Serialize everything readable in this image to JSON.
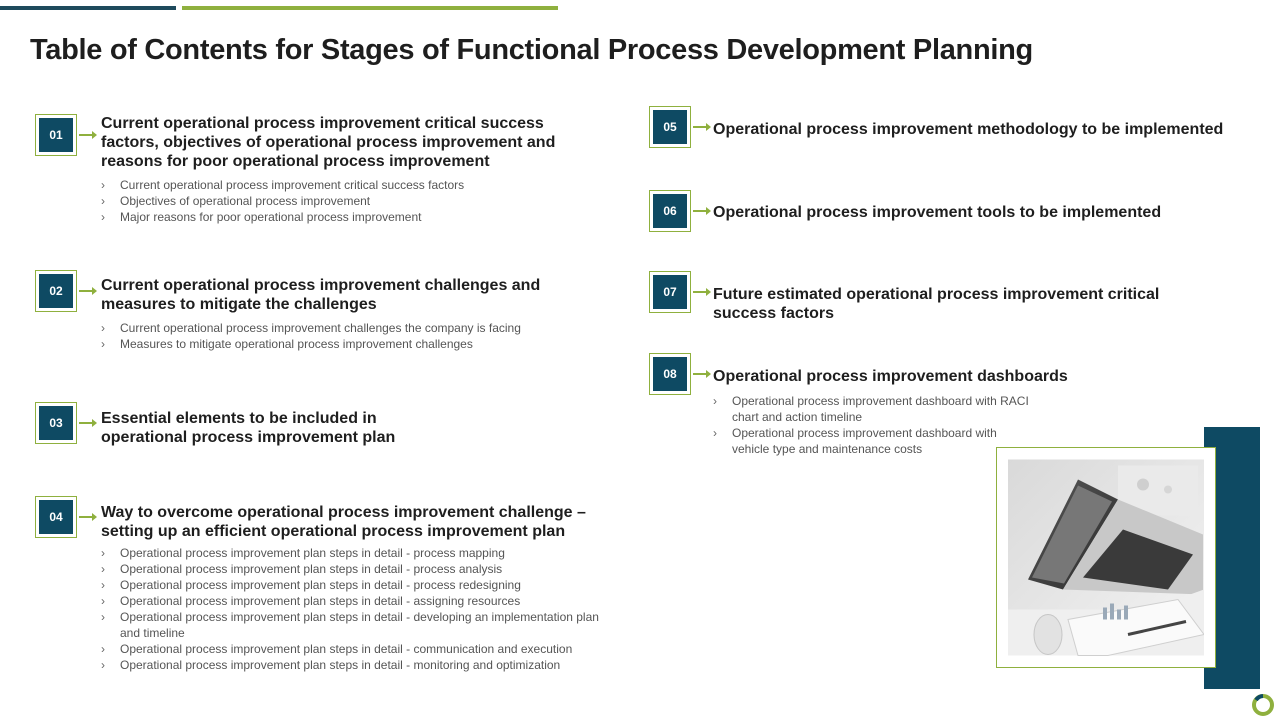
{
  "title": "Table of Contents for Stages of Functional Process Development Planning",
  "colors": {
    "accent_dark": "#0e4a63",
    "accent_green": "#8fb03e"
  },
  "items": [
    {
      "number": "01",
      "heading": "Current operational process improvement critical success factors, objectives of operational process improvement and reasons for poor operational process improvement",
      "bullets": [
        "Current  operational  process  improvement   critical success factors",
        "Objectives  of operational  process  improvement",
        "Major reasons for poor operational  process improvement"
      ]
    },
    {
      "number": "02",
      "heading": "Current operational process improvement challenges and measures to mitigate the challenges",
      "bullets": [
        "Current  operational  process  improvement   challenges the company is facing",
        "Measures to mitigate operational  process improvement   challenges"
      ]
    },
    {
      "number": "03",
      "heading": "Essential elements to be included in operational process improvement plan",
      "bullets": []
    },
    {
      "number": "04",
      "heading": "Way to overcome operational process improvement challenge – setting up an efficient operational process improvement plan",
      "bullets": [
        "Operational  process improvement   plan steps in detail - process mapping",
        "Operational  process improvement   plan steps in detail - process analysis",
        "Operational  process improvement   plan steps in detail - process redesigning",
        "Operational  process improvement   plan steps in detail - assigning resources",
        "Operational  process improvement   plan steps in detail - developing   an implementation plan and timeline",
        "Operational  process improvement   plan steps in detail - communication and execution",
        "Operational  process improvement   plan steps in detail - monitoring  and optimization"
      ]
    },
    {
      "number": "05",
      "heading": "Operational process improvement methodology to be implemented",
      "bullets": []
    },
    {
      "number": "06",
      "heading": "Operational process improvement tools to be implemented",
      "bullets": []
    },
    {
      "number": "07",
      "heading": "Future estimated operational process improvement critical success factors",
      "bullets": []
    },
    {
      "number": "08",
      "heading": "Operational process improvement dashboards",
      "bullets": [
        "Operational  process  improvement   dashboard  with RACI chart  and action timeline",
        "Operational  process  improvement   dashboard  with vehicle  type  and  maintenance  costs"
      ]
    }
  ],
  "image": {
    "icon": "laptop-photo",
    "logo_icon": "ring-logo-icon"
  }
}
